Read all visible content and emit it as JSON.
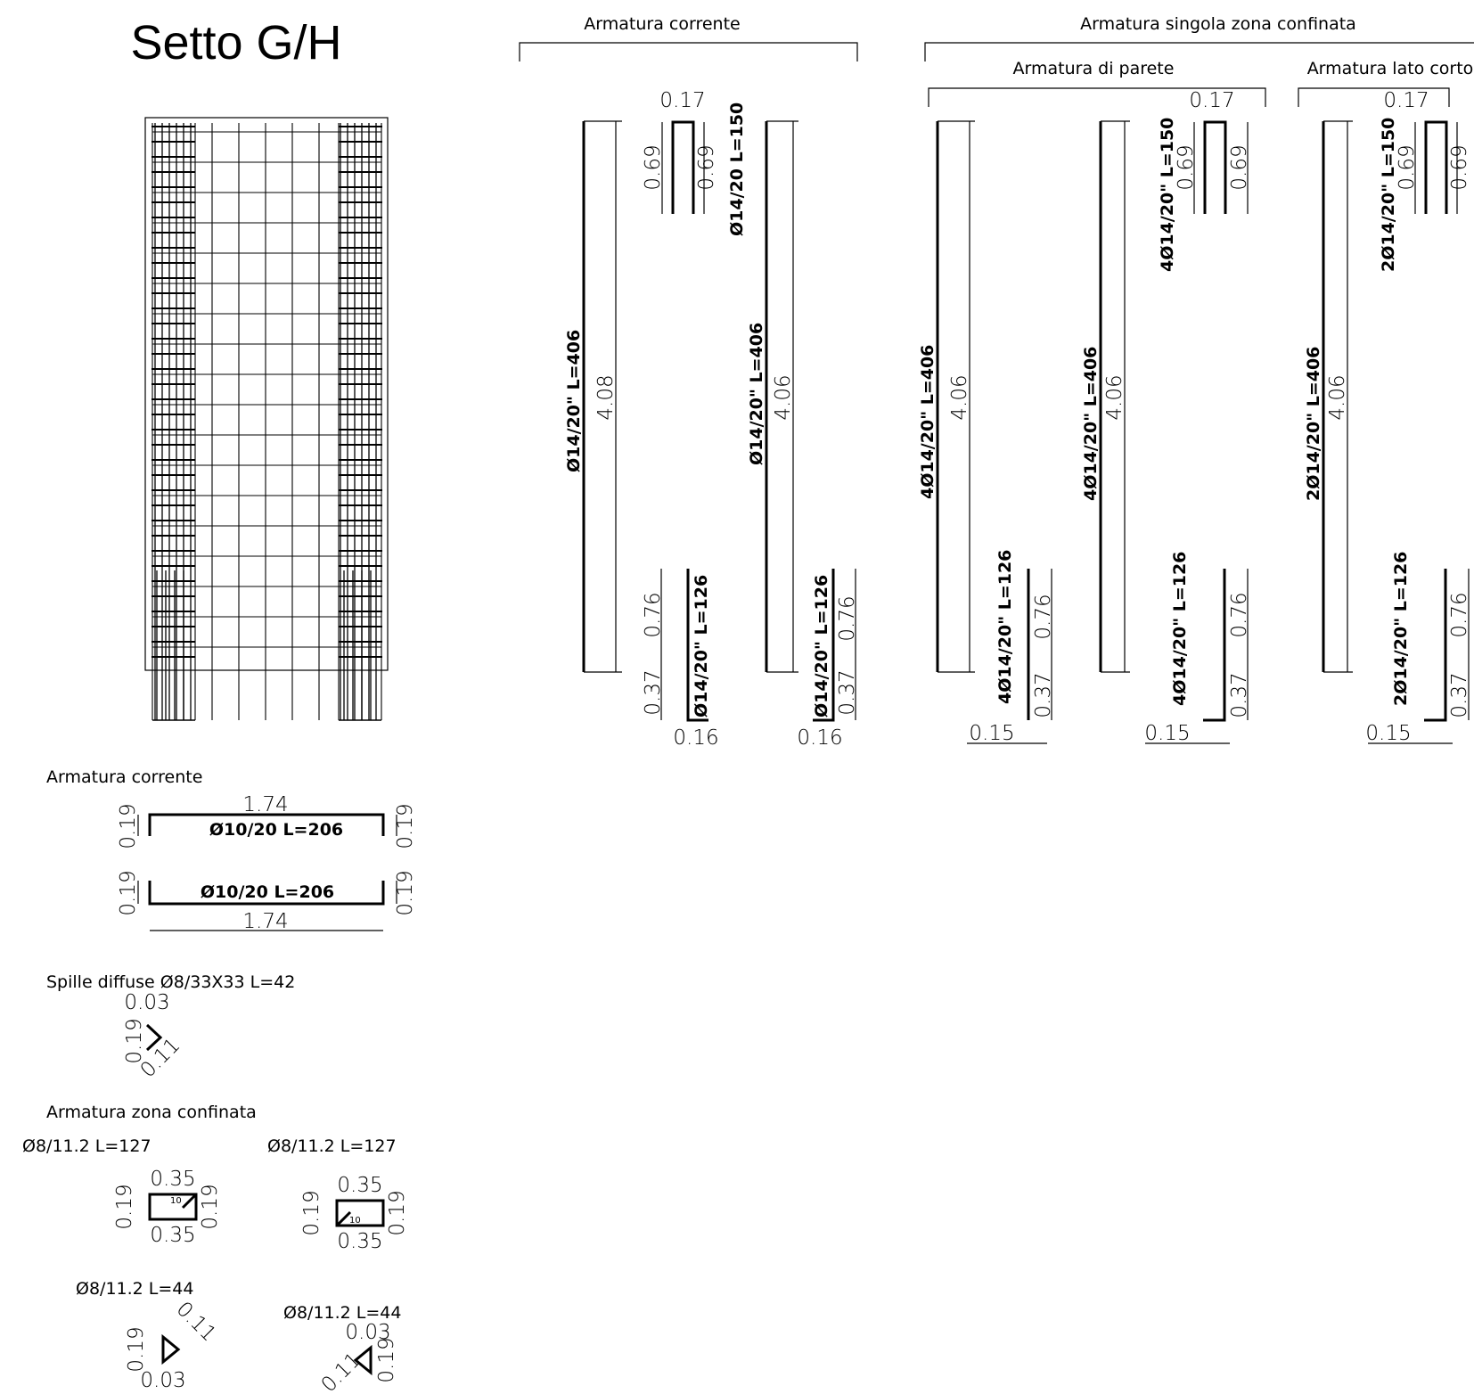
{
  "title": "Setto G/H",
  "headings": {
    "corrente": "Armatura corrente",
    "singola": "Armatura singola zona confinata",
    "parete": "Armatura di parete",
    "lato_corto": "Armatura lato corto",
    "corrente_orizz": "Armatura corrente",
    "spille": "Spille diffuse Ø8/33X33  L=42",
    "zona_confinata": "Armatura zona confinata"
  },
  "bar_labels": {
    "a1": "Ø14/20\" L=406",
    "a2": "Ø14/20 L=150",
    "a3": "Ø14/20\" L=406",
    "a4": "Ø14/20\" L=126",
    "a5": "Ø14/20\" L=126",
    "b1": "4Ø14/20\" L=406",
    "b2": "4Ø14/20\" L=406",
    "b3": "4Ø14/20\"  L=150",
    "b4": "4Ø14/20\" L=126",
    "b5": "4Ø14/20\"  L=126",
    "c1": "2Ø14/20\" L=406",
    "c2": "2Ø14/20\"  L=150",
    "c3": "2Ø14/20\"  L=126",
    "h1": "Ø10/20 L=206",
    "h2": "Ø10/20 L=206",
    "s1": "Ø8/11.2  L=127",
    "s2": "Ø8/11.2  L=127",
    "s3": "Ø8/11.2  L=44",
    "s4": "Ø8/11.2  L=44",
    "hook": "10"
  },
  "dims": {
    "d017": "0.17",
    "d069": "0.69",
    "d408": "4.08",
    "d406": "4.06",
    "d076": "0.76",
    "d037": "0.37",
    "d016": "0.16",
    "d015": "0.15",
    "d174": "1.74",
    "d019": "0.19",
    "d003": "0.03",
    "d011": "0.11",
    "d035": "0.35"
  }
}
